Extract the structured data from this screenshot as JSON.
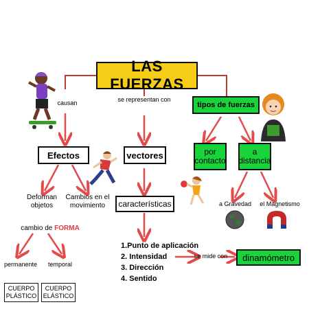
{
  "title": "LAS FUERZAS",
  "links": {
    "causan": "causan",
    "se_representan_con": "se representan con"
  },
  "boxes": {
    "efectos": "Efectos",
    "vectores": "vectores",
    "tipos": "tipos de fuerzas",
    "caracteristicas": "características",
    "por_contacto": "por contacto",
    "a_distancia": "a distancia",
    "dinamometro": "dinamómetro",
    "cuerpo_plastico": "CUERPO PLÁSTICO",
    "cuerpo_elastico": "CUERPO ELÁSTICO"
  },
  "labels": {
    "deforman_objetos": "Deforman objetos",
    "cambios_movimiento": "Cambios en el movimiento",
    "cambio_de": "cambio de",
    "forma": "FORMA",
    "permanente": "permanente",
    "temporal": "temporal",
    "gravedad": "a Gravedad",
    "magnetismo": "el Magnetismo",
    "se_mide_con": "se mide con"
  },
  "list": [
    "1.Punto de aplicación",
    "2. Intensidad",
    "3. Dirección",
    "4. Sentido"
  ],
  "colors": {
    "title_bg": "#f5cc16",
    "green_box": "#18d33a",
    "arrow": "#e34a4a",
    "connector": "#c0392b"
  },
  "icons": [
    "skateboarder-icon",
    "running-boy-icon",
    "teacher-icon",
    "ball-girl-icon",
    "earth-icon",
    "magnet-icon"
  ]
}
